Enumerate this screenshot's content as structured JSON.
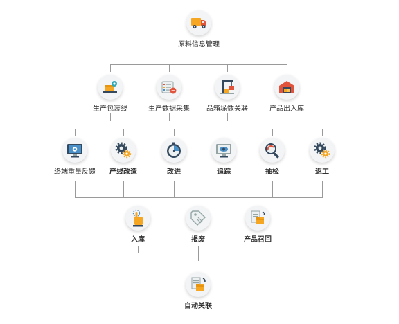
{
  "root": {
    "label": "原料信息管理",
    "icon": "truck-icon"
  },
  "row1": [
    {
      "label": "生产包装线",
      "icon": "scale-box-icon"
    },
    {
      "label": "生产数据采集",
      "icon": "data-list-icon"
    },
    {
      "label": "品箱垛数关联",
      "icon": "crane-icon"
    },
    {
      "label": "产品出入库",
      "icon": "warehouse-icon"
    }
  ],
  "row2": [
    {
      "label": "终端重量反馈",
      "icon": "monitor-gear-icon"
    },
    {
      "label": "产线改造",
      "icon": "gears-icon"
    },
    {
      "label": "改进",
      "icon": "timer-icon"
    },
    {
      "label": "追踪",
      "icon": "monitor-eye-icon"
    },
    {
      "label": "抽检",
      "icon": "magnifier-icon"
    },
    {
      "label": "返工",
      "icon": "gears-icon"
    }
  ],
  "row3": [
    {
      "label": "入库",
      "icon": "hand-tap-icon"
    },
    {
      "label": "报废",
      "icon": "tag-icon"
    },
    {
      "label": "产品召回",
      "icon": "recall-doc-icon"
    }
  ],
  "bottom": {
    "label": "自动关联",
    "icon": "sync-doc-icon"
  },
  "colors": {
    "line": "#9a9a9a",
    "circle": "#f3f4f6",
    "orange": "#f5a623",
    "red": "#e2533c",
    "dark": "#34495e",
    "blue": "#4a90c8",
    "teal": "#2fa7b5",
    "gray": "#95a5a6"
  }
}
